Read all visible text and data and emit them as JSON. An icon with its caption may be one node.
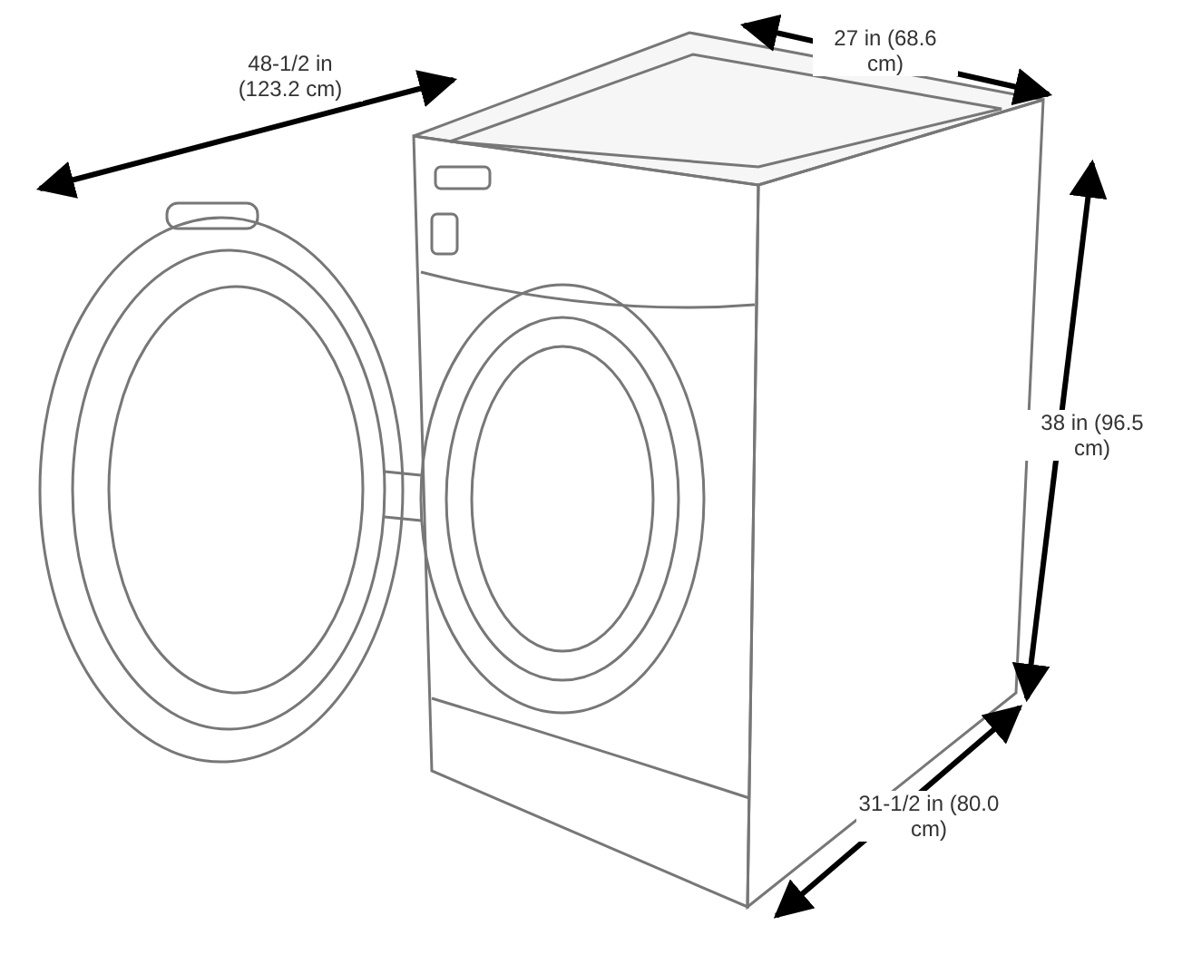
{
  "diagram": {
    "labels": [
      "48-1/2 in (123.2 cm)",
      "27 in (68.6 cm)",
      "38 in (96.5 cm)",
      "31-1/2 in (80.0 cm)"
    ]
  }
}
